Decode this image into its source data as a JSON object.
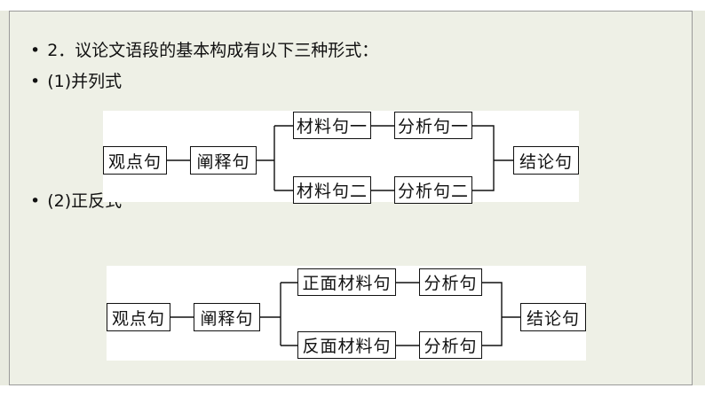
{
  "slide": {
    "heading_bullet": "•",
    "heading": "2．议论文语段的基本构成有以下三种形式：",
    "item1_bullet": "•",
    "item1": "(1)并列式",
    "item2_bullet": "•",
    "item2": "(2)正反式"
  },
  "diagram1": {
    "viewpoint": "观点句",
    "explain": "阐释句",
    "material_1": "材料句一",
    "material_2": "材料句二",
    "analysis_1": "分析句一",
    "analysis_2": "分析句二",
    "conclusion": "结论句"
  },
  "diagram2": {
    "viewpoint": "观点句",
    "explain": "阐释句",
    "material_pos": "正面材料句",
    "material_neg": "反面材料句",
    "analysis_1": "分析句",
    "analysis_2": "分析句",
    "conclusion": "结论句"
  }
}
